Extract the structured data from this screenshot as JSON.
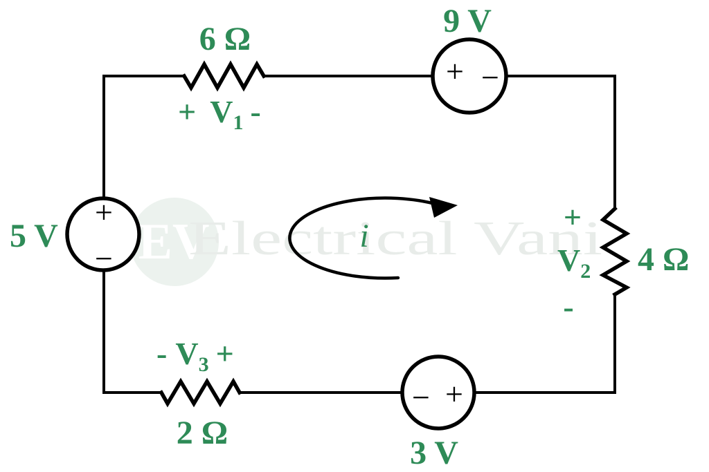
{
  "colors": {
    "label_green": "#2e8b57",
    "wire_black": "#000000",
    "background": "#ffffff",
    "watermark_badge_bg": "#ecf2ee",
    "watermark_badge_text": "#ffffff",
    "watermark_brand_text": "#e8ece9"
  },
  "watermark": {
    "badge": "EV",
    "brand": "Electrical Vani"
  },
  "sources": {
    "top": {
      "value": "9 V",
      "left_sign": "+",
      "right_sign": "−"
    },
    "left": {
      "value": "5 V",
      "top_sign": "+",
      "bottom_sign": "−"
    },
    "bottom": {
      "value": "3 V",
      "left_sign": "−",
      "right_sign": "+"
    }
  },
  "resistors": {
    "r1": {
      "value": "6 Ω",
      "plus": "+",
      "name": "V",
      "sub": "1",
      "minus": "-"
    },
    "r2": {
      "value": "4 Ω",
      "plus": "+",
      "name": "V",
      "sub": "2",
      "minus": "-"
    },
    "r3": {
      "value": "2 Ω",
      "minus": "-",
      "name": "V",
      "sub": "3",
      "plus": "+"
    }
  },
  "current": {
    "label": "i"
  }
}
